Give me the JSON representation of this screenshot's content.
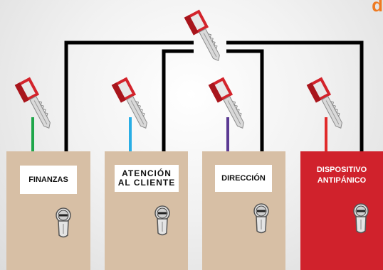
{
  "corner_text": "d",
  "doors": [
    {
      "label": "FINANZAS",
      "color": "#d7bfa5",
      "wire_color": "#1fa64a"
    },
    {
      "label": "ATENCIÓN AL CLIENTE",
      "color": "#d7bfa5",
      "wire_color": "#2aaee5"
    },
    {
      "label": "DIRECCIÓN",
      "color": "#d7bfa5",
      "wire_color": "#5b3a93"
    },
    {
      "label": "DISPOSITIVO ANTIPÁNICO",
      "color": "#d0222c",
      "wire_color": "#e02a2a"
    }
  ],
  "master_wire_color": "#000000",
  "key_icon": "key-icon",
  "lock_icon": "lock-cylinder-icon"
}
